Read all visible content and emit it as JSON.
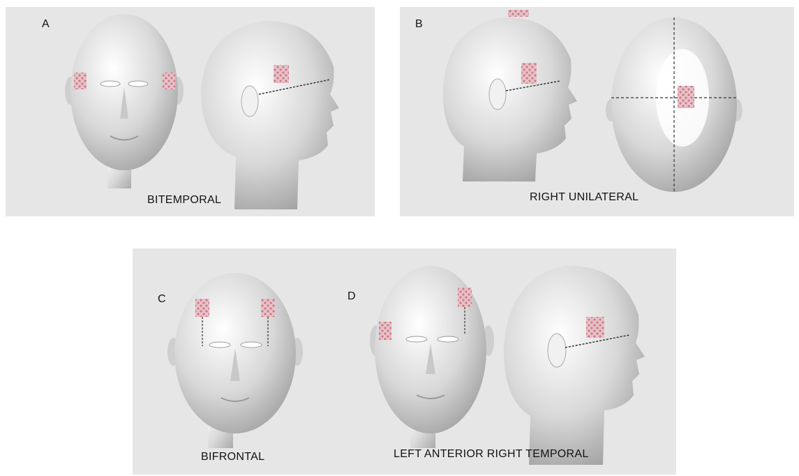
{
  "panels": [
    {
      "letter": "A",
      "caption": "BITEMPORAL"
    },
    {
      "letter": "B",
      "caption": "RIGHT UNILATERAL"
    },
    {
      "letter": "C",
      "caption": "BIFRONTAL"
    },
    {
      "letter": "D",
      "caption": "LEFT ANTERIOR RIGHT TEMPORAL"
    }
  ],
  "colors": {
    "panel_background": "#e6e6e6",
    "head_fill": "#dcdcdc",
    "electrode_fill": "#e2b4bd",
    "electrode_dots": "#d47a8a"
  }
}
